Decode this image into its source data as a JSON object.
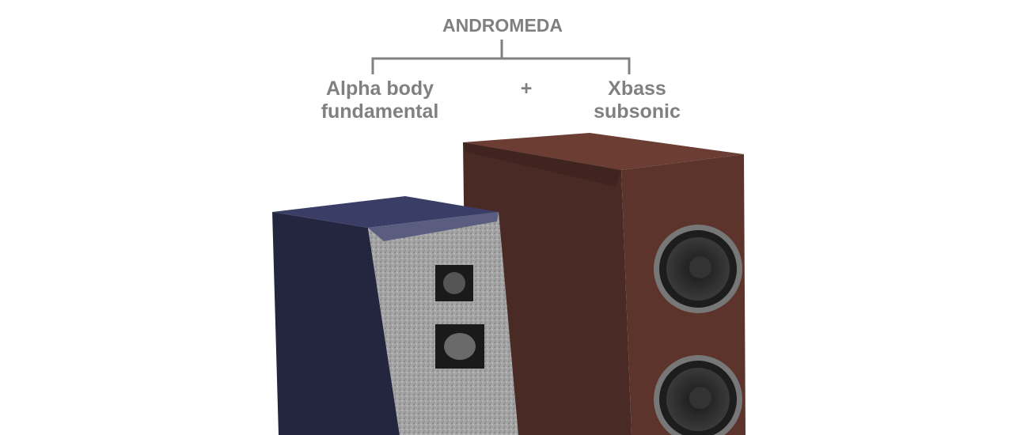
{
  "title": "ANDROMEDA",
  "left_component": {
    "line1": "Alpha body",
    "line2": "fundamental"
  },
  "plus": "+",
  "right_component": {
    "line1": "Xbass",
    "line2": "subsonic"
  },
  "colors": {
    "text": "#808080",
    "alpha_body": "#2c2e4a",
    "granite": "#9a9a9a",
    "xbass_body": "#5a3128"
  }
}
